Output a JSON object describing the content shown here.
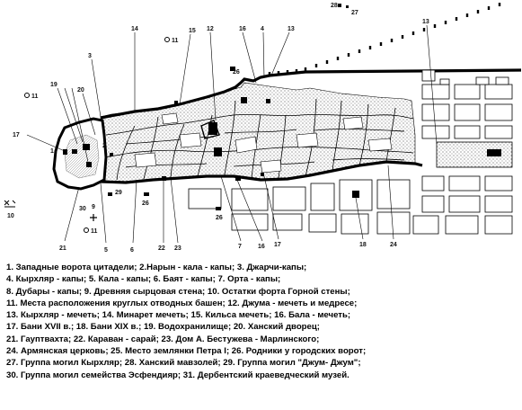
{
  "map": {
    "labels": [
      {
        "id": "l28",
        "text": "28"
      },
      {
        "id": "l27",
        "text": "27"
      },
      {
        "id": "l14",
        "text": "14"
      },
      {
        "id": "l15",
        "text": "15"
      },
      {
        "id": "l12",
        "text": "12"
      },
      {
        "id": "l16t",
        "text": "16"
      },
      {
        "id": "l4",
        "text": "4"
      },
      {
        "id": "l13a",
        "text": "13"
      },
      {
        "id": "l13b",
        "text": "13"
      },
      {
        "id": "l3",
        "text": "3"
      },
      {
        "id": "l26a",
        "text": "26"
      },
      {
        "id": "l11a",
        "text": "11"
      },
      {
        "id": "l11b",
        "text": "11"
      },
      {
        "id": "l11c",
        "text": "11"
      },
      {
        "id": "l19",
        "text": "19"
      },
      {
        "id": "l20",
        "text": "20"
      },
      {
        "id": "l17a",
        "text": "17"
      },
      {
        "id": "l2",
        "text": "2"
      },
      {
        "id": "l1",
        "text": "1"
      },
      {
        "id": "l9",
        "text": "9"
      },
      {
        "id": "l10",
        "text": "10"
      },
      {
        "id": "l30",
        "text": "30"
      },
      {
        "id": "l29",
        "text": "29"
      },
      {
        "id": "l26b",
        "text": "26"
      },
      {
        "id": "l26c",
        "text": "26"
      },
      {
        "id": "l21",
        "text": "21"
      },
      {
        "id": "l5",
        "text": "5"
      },
      {
        "id": "l6",
        "text": "6"
      },
      {
        "id": "l22",
        "text": "22"
      },
      {
        "id": "l23",
        "text": "23"
      },
      {
        "id": "l7",
        "text": "7"
      },
      {
        "id": "l16b",
        "text": "16"
      },
      {
        "id": "l17b",
        "text": "17"
      },
      {
        "id": "l18",
        "text": "18"
      },
      {
        "id": "l24",
        "text": "24"
      }
    ]
  },
  "legend": [
    "1. Западные ворота цитадели; 2.Нарын - кала - капы; 3. Джарчи-капы;",
    "4. Кырхляр - капы; 5. Кала - капы; 6. Баят - капы; 7. Орта - капы;",
    "8. Дубары - капы; 9. Древняя сырцовая стена; 10. Остатки форта Горной стены;",
    "11. Места расположения круглых отводных башен; 12. Джума - мечеть и медресе;",
    "13. Кырхляр - мечеть; 14. Минарет мечеть; 15. Кильса мечеть; 16. Бала - мечеть;",
    "17. Бани XVII в.; 18. Бани XIX в.; 19. Водохранилище; 20. Ханский дворец;",
    "21. Гауптвахта; 22. Караван - сарай; 23. Дом А. Бестужева - Марлинского;",
    "24. Армянская церковь; 25. Место землянки Петра I; 26. Родники у городских ворот;",
    "27. Группа могил Кырхляр; 28. Ханский мавзолей; 29. Группа могил \"Джум- Джум\";",
    "30. Группа могил семейства Эсфендияр; 31. Дербентский краеведческий музей."
  ]
}
